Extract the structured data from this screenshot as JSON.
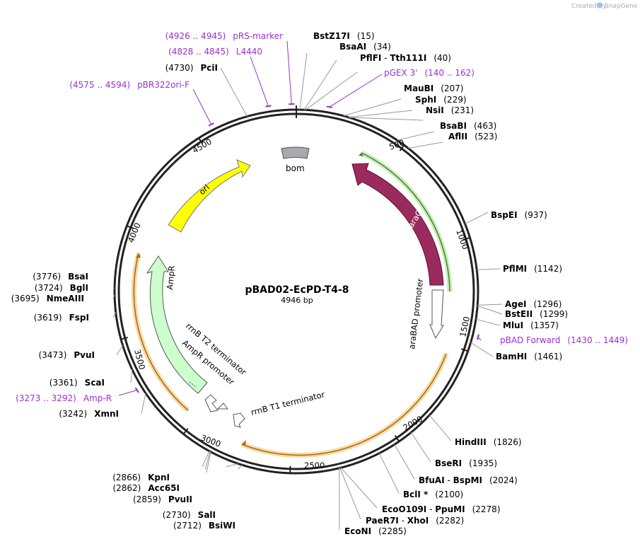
{
  "watermark": "Created by",
  "watermark_brand": "SnapGene",
  "plasmid": {
    "name": "pBAD02-EcPD-T4-8",
    "length_label": "4946 bp",
    "length": 4946
  },
  "ticks": [
    "500",
    "1000",
    "1500",
    "2000",
    "2500",
    "3000",
    "3500",
    "4000",
    "4500"
  ],
  "enzymes_right": [
    {
      "name": "BstZ17I",
      "pos": "(15)"
    },
    {
      "name": "BsaAI",
      "pos": "(34)"
    },
    {
      "name": "PflFI",
      "sep": " - ",
      "name2": "Tth111I",
      "pos": "(40)"
    },
    {
      "name": "MauBI",
      "pos": "(207)"
    },
    {
      "name": "SphI",
      "pos": "(229)"
    },
    {
      "name": "NsiI",
      "pos": "(231)"
    },
    {
      "name": "BsaBI",
      "pos": "(463)"
    },
    {
      "name": "AflII",
      "pos": "(523)"
    },
    {
      "name": "BspEI",
      "pos": "(937)"
    },
    {
      "name": "PflMI",
      "pos": "(1142)"
    },
    {
      "name": "AgeI",
      "pos": "(1296)"
    },
    {
      "name": "BstEII",
      "pos": "(1299)"
    },
    {
      "name": "MluI",
      "pos": "(1357)"
    },
    {
      "name": "BamHI",
      "pos": "(1461)"
    },
    {
      "name": "HindIII",
      "pos": "(1826)"
    },
    {
      "name": "BseRI",
      "pos": "(1935)"
    },
    {
      "name": "BfuAI",
      "sep": " - ",
      "name2": "BspMI",
      "pos": "(2024)"
    },
    {
      "name": "BclI *",
      "pos": "(2100)"
    },
    {
      "name": "EcoO109I",
      "sep": " - ",
      "name2": "PpuMI",
      "pos": "(2278)"
    },
    {
      "name": "PaeR7I",
      "sep": " - ",
      "name2": "XhoI",
      "pos": "(2282)"
    },
    {
      "name": "EcoNI",
      "pos": "(2285)"
    }
  ],
  "enzymes_left": [
    {
      "name": "PciI",
      "pos": "(4730)"
    },
    {
      "name": "BsaI",
      "pos": "(3776)"
    },
    {
      "name": "BglI",
      "pos": "(3724)"
    },
    {
      "name": "NmeAIII",
      "pos": "(3695)"
    },
    {
      "name": "FspI",
      "pos": "(3619)"
    },
    {
      "name": "PvuI",
      "pos": "(3473)"
    },
    {
      "name": "ScaI",
      "pos": "(3361)"
    },
    {
      "name": "XmnI",
      "pos": "(3242)"
    },
    {
      "name": "KpnI",
      "pos": "(2866)"
    },
    {
      "name": "Acc65I",
      "pos": "(2862)"
    },
    {
      "name": "PvuII",
      "pos": "(2859)"
    },
    {
      "name": "SalI",
      "pos": "(2730)"
    },
    {
      "name": "BsiWI",
      "pos": "(2712)"
    }
  ],
  "primers": [
    {
      "name": "pRS-marker",
      "range": "(4926 .. 4945)"
    },
    {
      "name": "L4440",
      "range": "(4828 .. 4845)"
    },
    {
      "name": "pBR322ori-F",
      "range": "(4575 .. 4594)"
    },
    {
      "name": "pGEX 3'",
      "range": "(140 .. 162)"
    },
    {
      "name": "pBAD Forward",
      "range": "(1430 .. 1449)"
    },
    {
      "name": "Amp-R",
      "range": "(3273 .. 3292)"
    }
  ],
  "features": {
    "bom": "bom",
    "araC": "araC",
    "araBAD": "araBAD promoter",
    "ori": "ori",
    "AmpR": "AmpR",
    "rrnB_T2": "rrnB T2 terminator",
    "AmpR_promoter": "AmpR promoter",
    "rrnB_T1": "rrnB T1 terminator"
  },
  "colors": {
    "araC": "#9b2b5f",
    "ori": "#ffff00",
    "AmpR": "#ccffcc",
    "bom": "#a7a9ac",
    "primer": "#9b30d0",
    "highlight_green": "#84c46a",
    "highlight_orange": "#f2b35c"
  }
}
